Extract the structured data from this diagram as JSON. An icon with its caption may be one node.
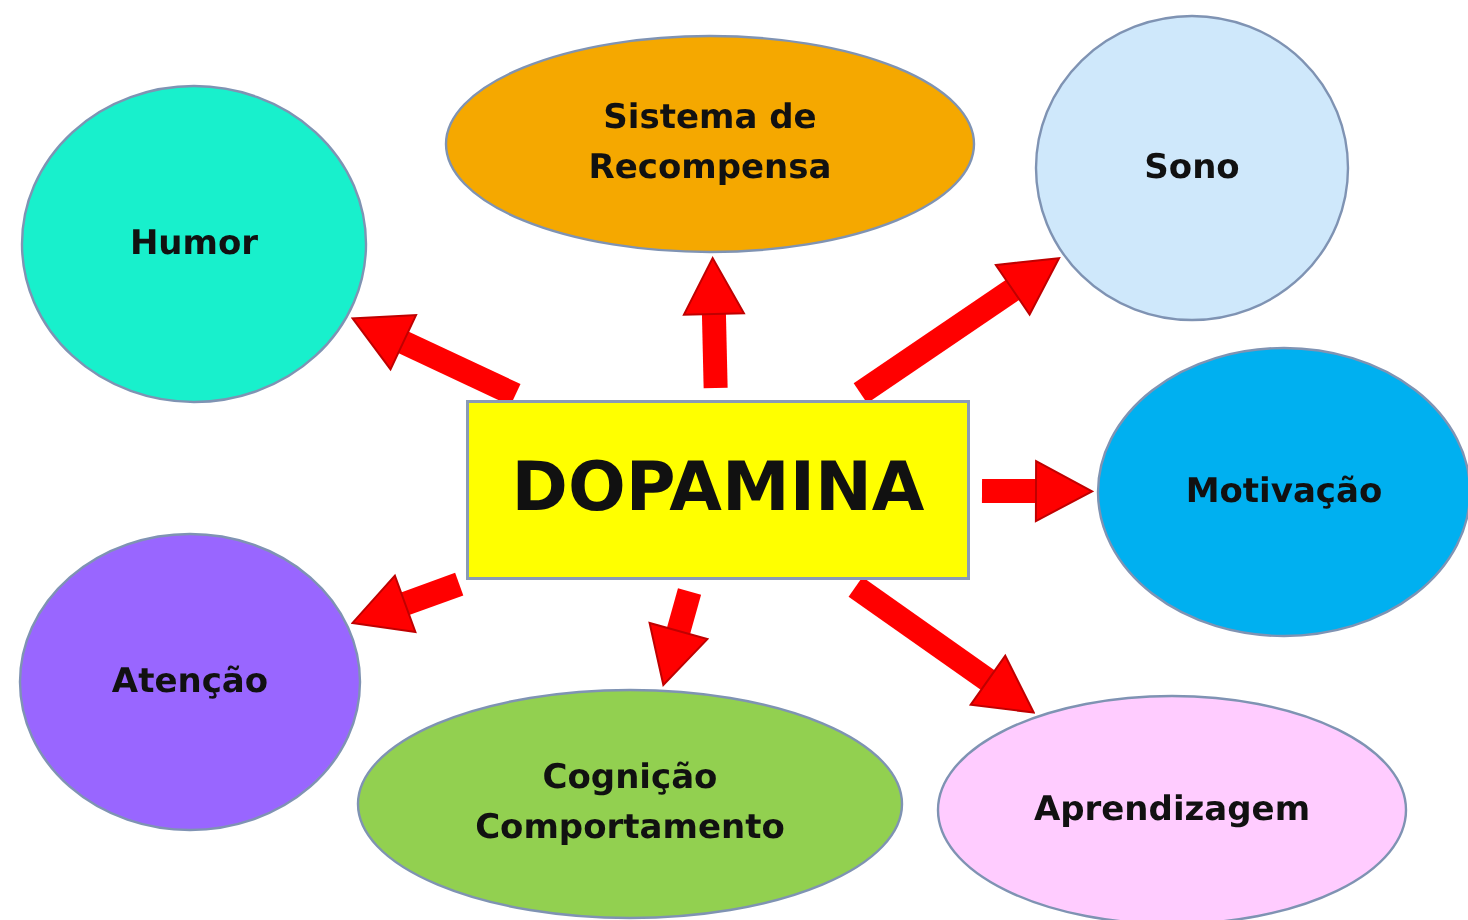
{
  "diagram": {
    "nodes": [
      {
        "text": [
          "Humor"
        ]
      },
      {
        "text": [
          "Sistema de Recompensa"
        ]
      },
      {
        "text": [
          "Sono"
        ]
      },
      {
        "text": [
          "DOPAMINA"
        ]
      },
      {
        "text": [
          "Motivação"
        ]
      },
      {
        "text": [
          "Atenção"
        ]
      },
      {
        "text": [
          "Cognição Comportamento"
        ]
      },
      {
        "text": [
          "Aprendizagem"
        ]
      }
    ],
    "edges": [
      {
        "from": 3,
        "to": 0,
        "arrow": "to"
      },
      {
        "from": 3,
        "to": 1,
        "arrow": "to"
      },
      {
        "from": 3,
        "to": 2,
        "arrow": "to"
      },
      {
        "from": 3,
        "to": 4,
        "arrow": "to"
      },
      {
        "from": 3,
        "to": 5,
        "arrow": "to"
      },
      {
        "from": 3,
        "to": 6,
        "arrow": "to"
      },
      {
        "from": 3,
        "to": 7,
        "arrow": "to"
      }
    ]
  }
}
